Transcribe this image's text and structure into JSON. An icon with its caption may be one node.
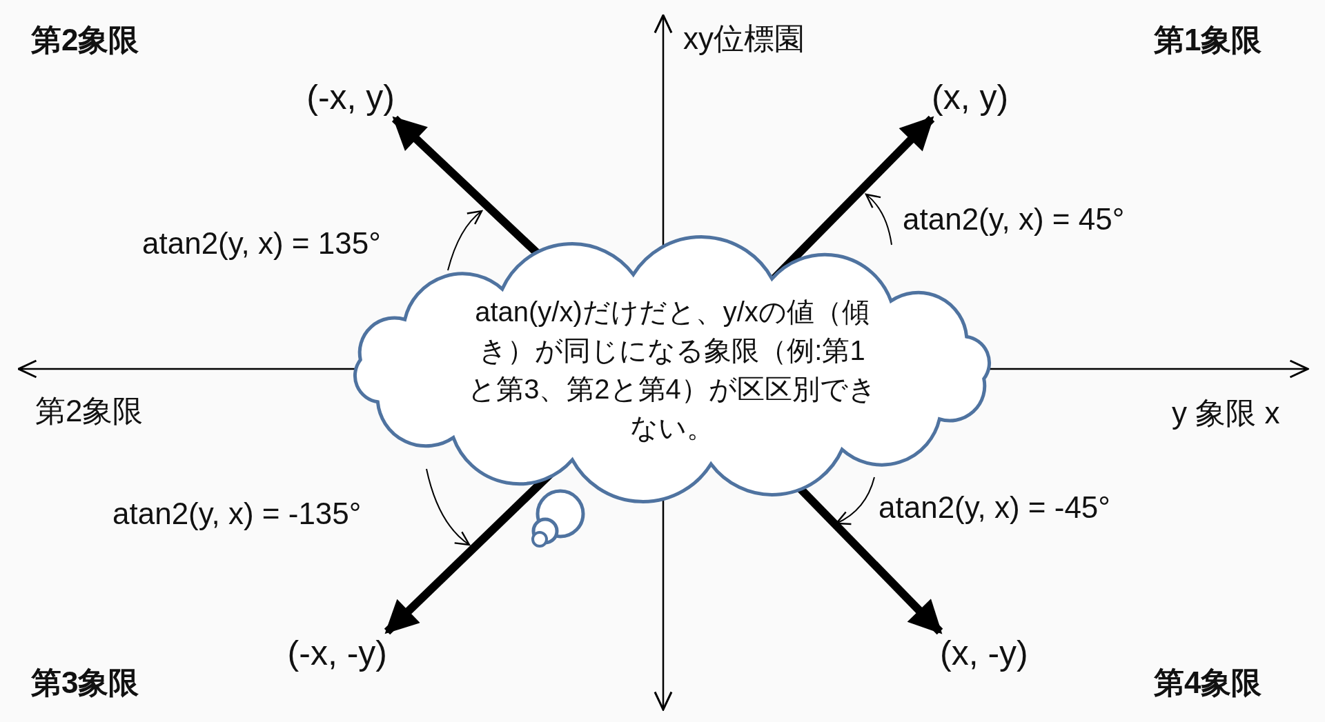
{
  "diagram": {
    "nodes": [
      {
        "text": [
          "(-x, y)"
        ]
      },
      {
        "text": [
          "(x, y)"
        ]
      },
      {
        "text": [
          "atan(y/x)だけだと、y/xの値（傾き）が同じになる象限（例:第1と第3、第2と第4）が区区別できない。"
        ]
      },
      {
        "text": [
          "(-x, -y)"
        ]
      },
      {
        "text": [
          "(x, -y)"
        ]
      }
    ],
    "edges": [
      {
        "from": 2,
        "to": 0,
        "arrow": "to"
      },
      {
        "from": 2,
        "to": 1,
        "arrow": "to"
      },
      {
        "from": 2,
        "to": 3,
        "arrow": "to"
      },
      {
        "from": 2,
        "to": 4,
        "arrow": "to"
      }
    ],
    "labels": [
      "第2象限",
      "xy位標園",
      "第1象限",
      "atan2(y, x) = 45°",
      "atan2(y, x) = 135°",
      "第2象限",
      "y 象限 x",
      "atan2(y, x) = -135°",
      "atan2(y, x) = -45°",
      "第3象限",
      "第4象限"
    ]
  }
}
